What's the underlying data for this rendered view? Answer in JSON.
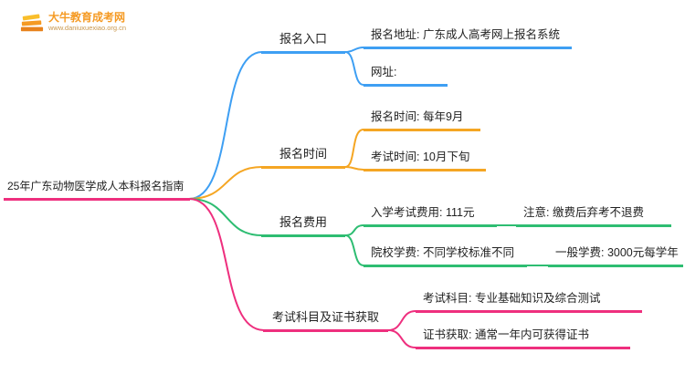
{
  "logo": {
    "title": "大牛教育成考网",
    "url": "www.daniuxuexiao.org.cn",
    "brand_color": "#f59a23"
  },
  "root": {
    "label": "25年广东动物医学成人本科报名指南",
    "color": "#ee2f7e"
  },
  "branches": [
    {
      "label": "报名入口",
      "color": "#3e9ff3",
      "children": [
        {
          "label": "报名地址: 广东成人高考网上报名系统"
        },
        {
          "label": "网址:"
        }
      ]
    },
    {
      "label": "报名时间",
      "color": "#f5a623",
      "children": [
        {
          "label": "报名时间: 每年9月"
        },
        {
          "label": "考试时间: 10月下旬"
        }
      ]
    },
    {
      "label": "报名费用",
      "color": "#2ebd72",
      "children": [
        {
          "label": "入学考试费用: 111元",
          "note": "注意: 缴费后弃考不退费"
        },
        {
          "label": "院校学费: 不同学校标准不同",
          "note": "一般学费: 3000元每学年"
        }
      ]
    },
    {
      "label": "考试科目及证书获取",
      "color": "#ee2f7e",
      "children": [
        {
          "label": "考试科目: 专业基础知识及综合测试"
        },
        {
          "label": "证书获取: 通常一年内可获得证书"
        }
      ]
    }
  ]
}
